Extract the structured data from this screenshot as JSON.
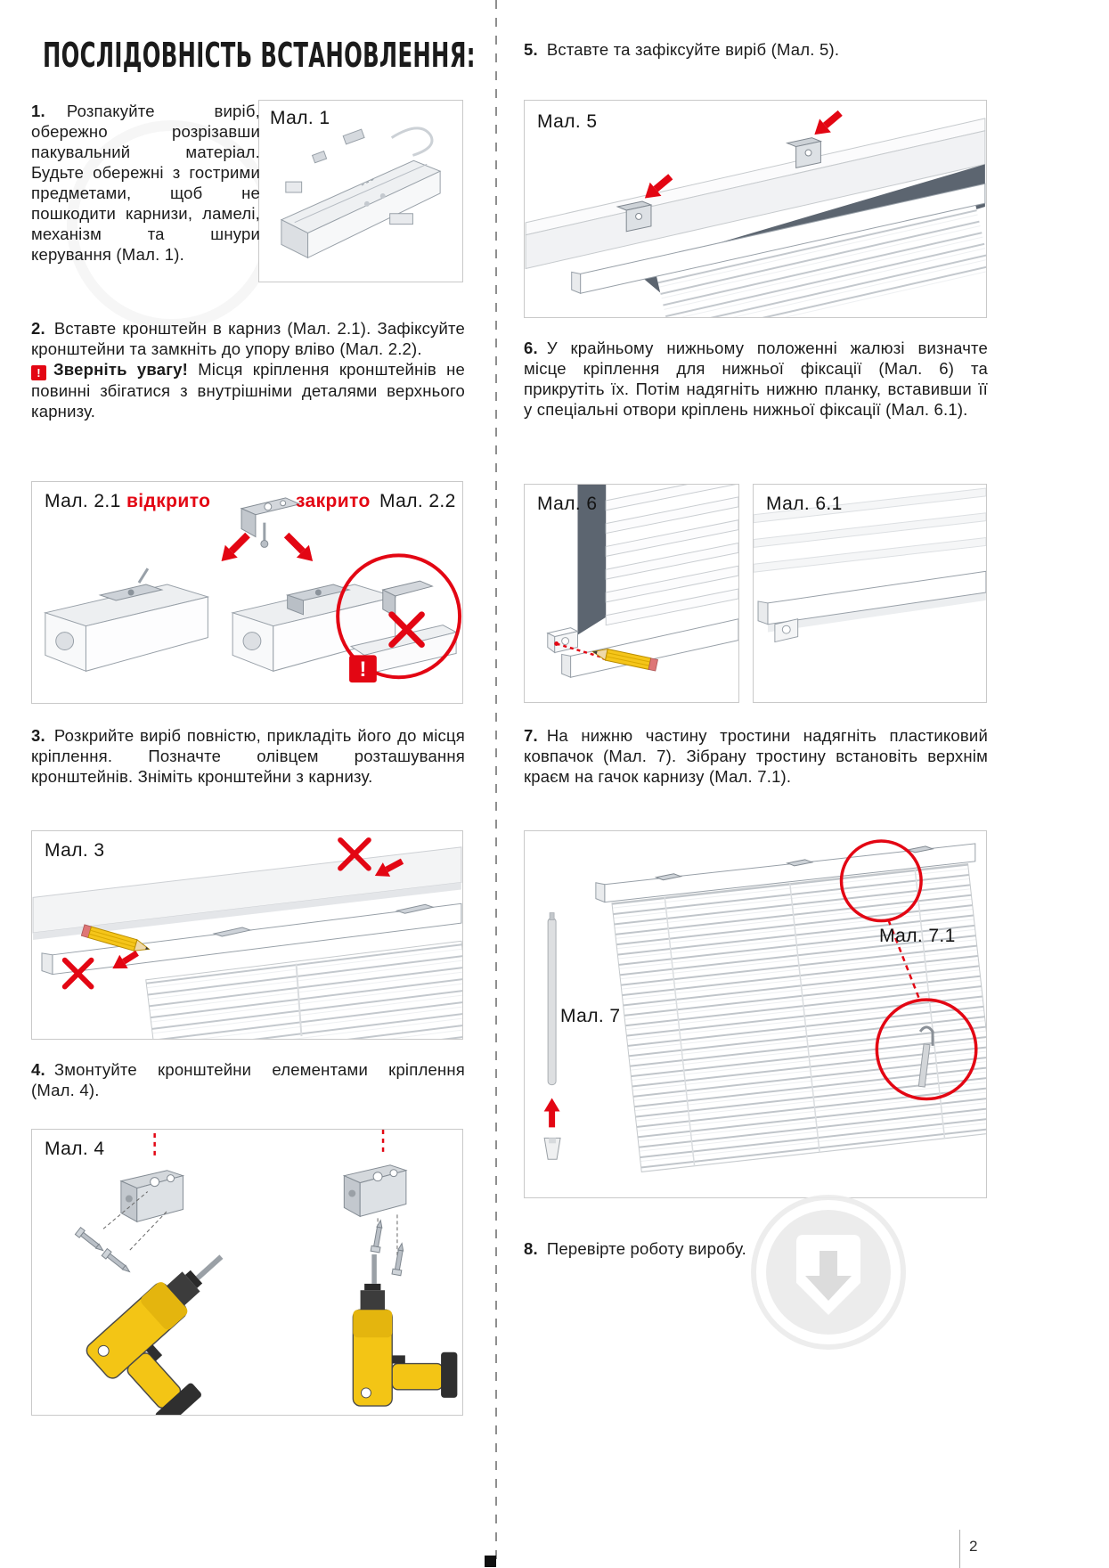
{
  "page": {
    "title": "ПОСЛІДОВНІСТЬ ВСТАНОВЛЕННЯ:",
    "number": "2"
  },
  "colors": {
    "accent_red": "#e30613",
    "drill_yellow": "#f3c515",
    "recess_gray": "#5c6570"
  },
  "steps": {
    "s1": {
      "num": "1.",
      "text": "Розпакуйте виріб, обережно розрізавши пакувальний матеріал. Будьте обережні з гострими предметами, щоб не пошкодити карнизи, ламелі, механізм та шнури керування (Мал. 1)."
    },
    "s2": {
      "num": "2.",
      "text": "Вставте кронштейн в карниз (Мал. 2.1). Зафіксуйте кронштейни та замкніть до упору вліво (Мал. 2.2).",
      "warn_mark": "!",
      "warn_title": "Зверніть увагу!",
      "warn_text": "Місця кріплення кронштейнів не повинні збігатися з внутрішніми деталями верхнього карнизу."
    },
    "s3": {
      "num": "3.",
      "text": "Розкрийте виріб повністю, прикладіть його до місця кріплення. Позначте олівцем розташування кронштейнів. Зніміть кронштейни з карнизу."
    },
    "s4": {
      "num": "4.",
      "text": "Змонтуйте кронштейни елементами кріплення (Мал. 4)."
    },
    "s5": {
      "num": "5.",
      "text": "Вставте та зафіксуйте виріб (Мал. 5)."
    },
    "s6": {
      "num": "6.",
      "text": "У крайньому нижньому положенні жалюзі визначте місце кріплення для нижньої фіксації (Мал. 6) та прикрутіть їх. Потім надягніть нижню планку, вставивши її у спеціальні отвори кріплень нижньої фіксації (Мал. 6.1)."
    },
    "s7": {
      "num": "7.",
      "text": "На нижню частину тростини надягніть пластиковий ковпачок (Мал. 7). Зібрану тростину встановіть верхнім краєм на гачок карнизу (Мал. 7.1)."
    },
    "s8": {
      "num": "8.",
      "text": "Перевірте роботу виробу."
    }
  },
  "figures": {
    "f1": {
      "label": "Мал. 1"
    },
    "f2": {
      "label_left": "Мал. 2.1",
      "label_right": "Мал. 2.2",
      "open_text": "відкрито",
      "closed_text": "закрито",
      "alert_mark": "!"
    },
    "f3": {
      "label": "Мал. 3"
    },
    "f4": {
      "label": "Мал. 4"
    },
    "f5": {
      "label": "Мал. 5"
    },
    "f6": {
      "label": "Мал. 6"
    },
    "f6_1": {
      "label": "Мал. 6.1"
    },
    "f7": {
      "label": "Мал. 7",
      "label_7_1": "Мал. 7.1"
    }
  }
}
